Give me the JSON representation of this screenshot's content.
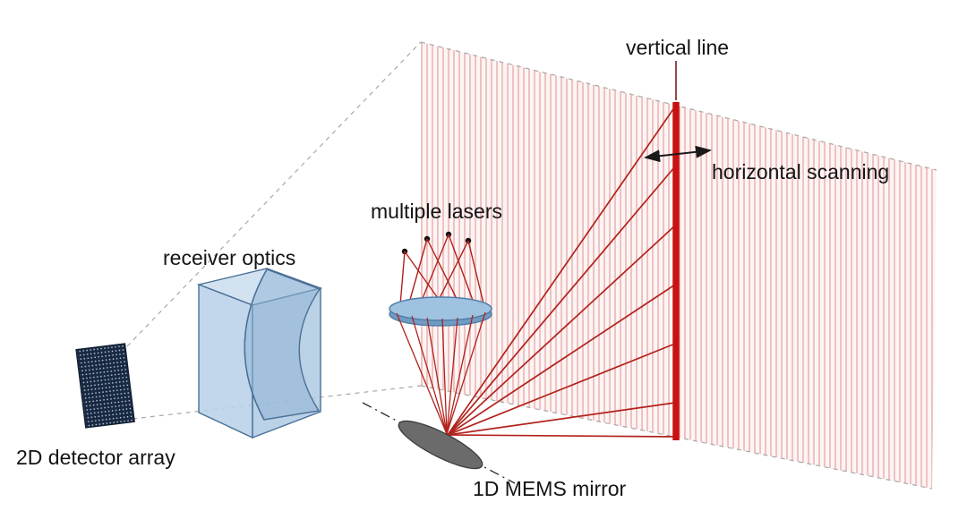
{
  "diagram": {
    "labels": {
      "vertical_line": "vertical line",
      "horizontal_scanning": "horizontal scanning",
      "multiple_lasers": "multiple lasers",
      "receiver_optics": "receiver optics",
      "detector_array": "2D detector array",
      "mems_mirror": "1D MEMS mirror"
    },
    "colors": {
      "beam_red": "#b2221c",
      "scan_line_red": "#c81212",
      "plane_stripe": "#efc2c2",
      "plane_bg": "#fdf4f4",
      "optics_blue": "#b9d1e8",
      "lens_blue": "#9fc2e0",
      "detector_navy": "#182941",
      "mirror_gray": "#6b6b6b",
      "dashed_gray": "#a8a8a8",
      "text_black": "#141414"
    }
  }
}
